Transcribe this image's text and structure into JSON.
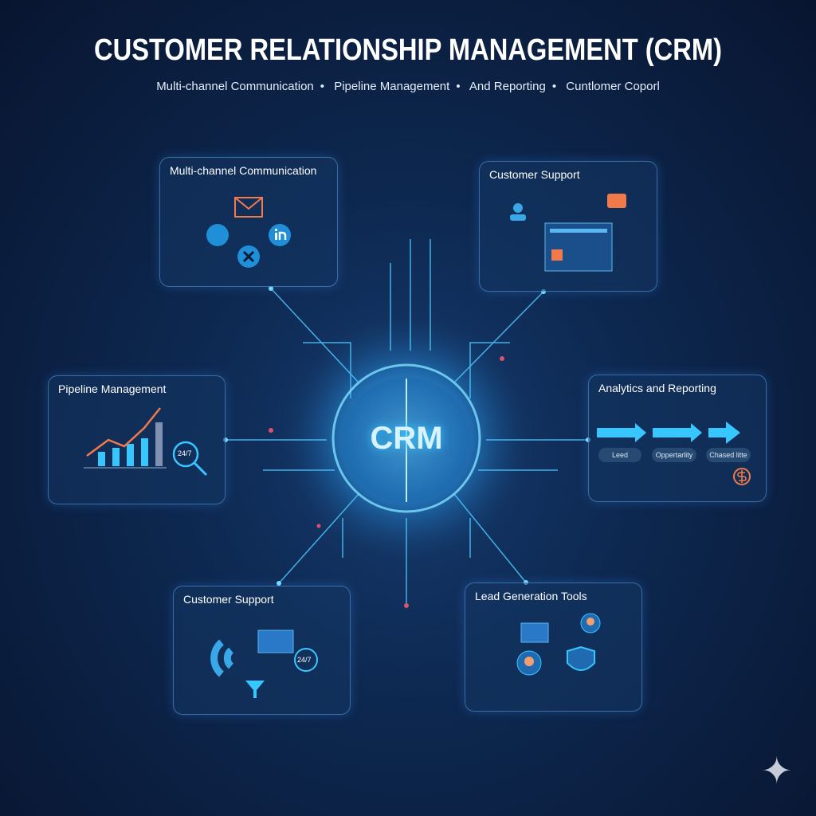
{
  "header": {
    "title": "CUSTOMER RELATIONSHIP MANAGEMENT (CRM)",
    "subtitle_items": [
      "Multi-channel Communication",
      "Pipeline Management",
      "And Reporting",
      "Cuntlomer Coporl"
    ]
  },
  "center": {
    "label": "CRM"
  },
  "cards": {
    "multichannel": {
      "title": "Multi-channel Communication"
    },
    "support_top": {
      "title": "Customer Support"
    },
    "pipeline": {
      "title": "Pipeline Management",
      "badge": "24/7"
    },
    "analytics": {
      "title": "Analytics and Reporting",
      "stages": [
        "Leed",
        "Oppertarlity",
        "Chased litte"
      ]
    },
    "support_bottom": {
      "title": "Customer Support",
      "badge": "24/7"
    },
    "leadgen": {
      "title": "Lead Generation Tools"
    }
  },
  "colors": {
    "accent": "#38c6ff",
    "bg": "#0d2850",
    "orange": "#f07a4a"
  }
}
